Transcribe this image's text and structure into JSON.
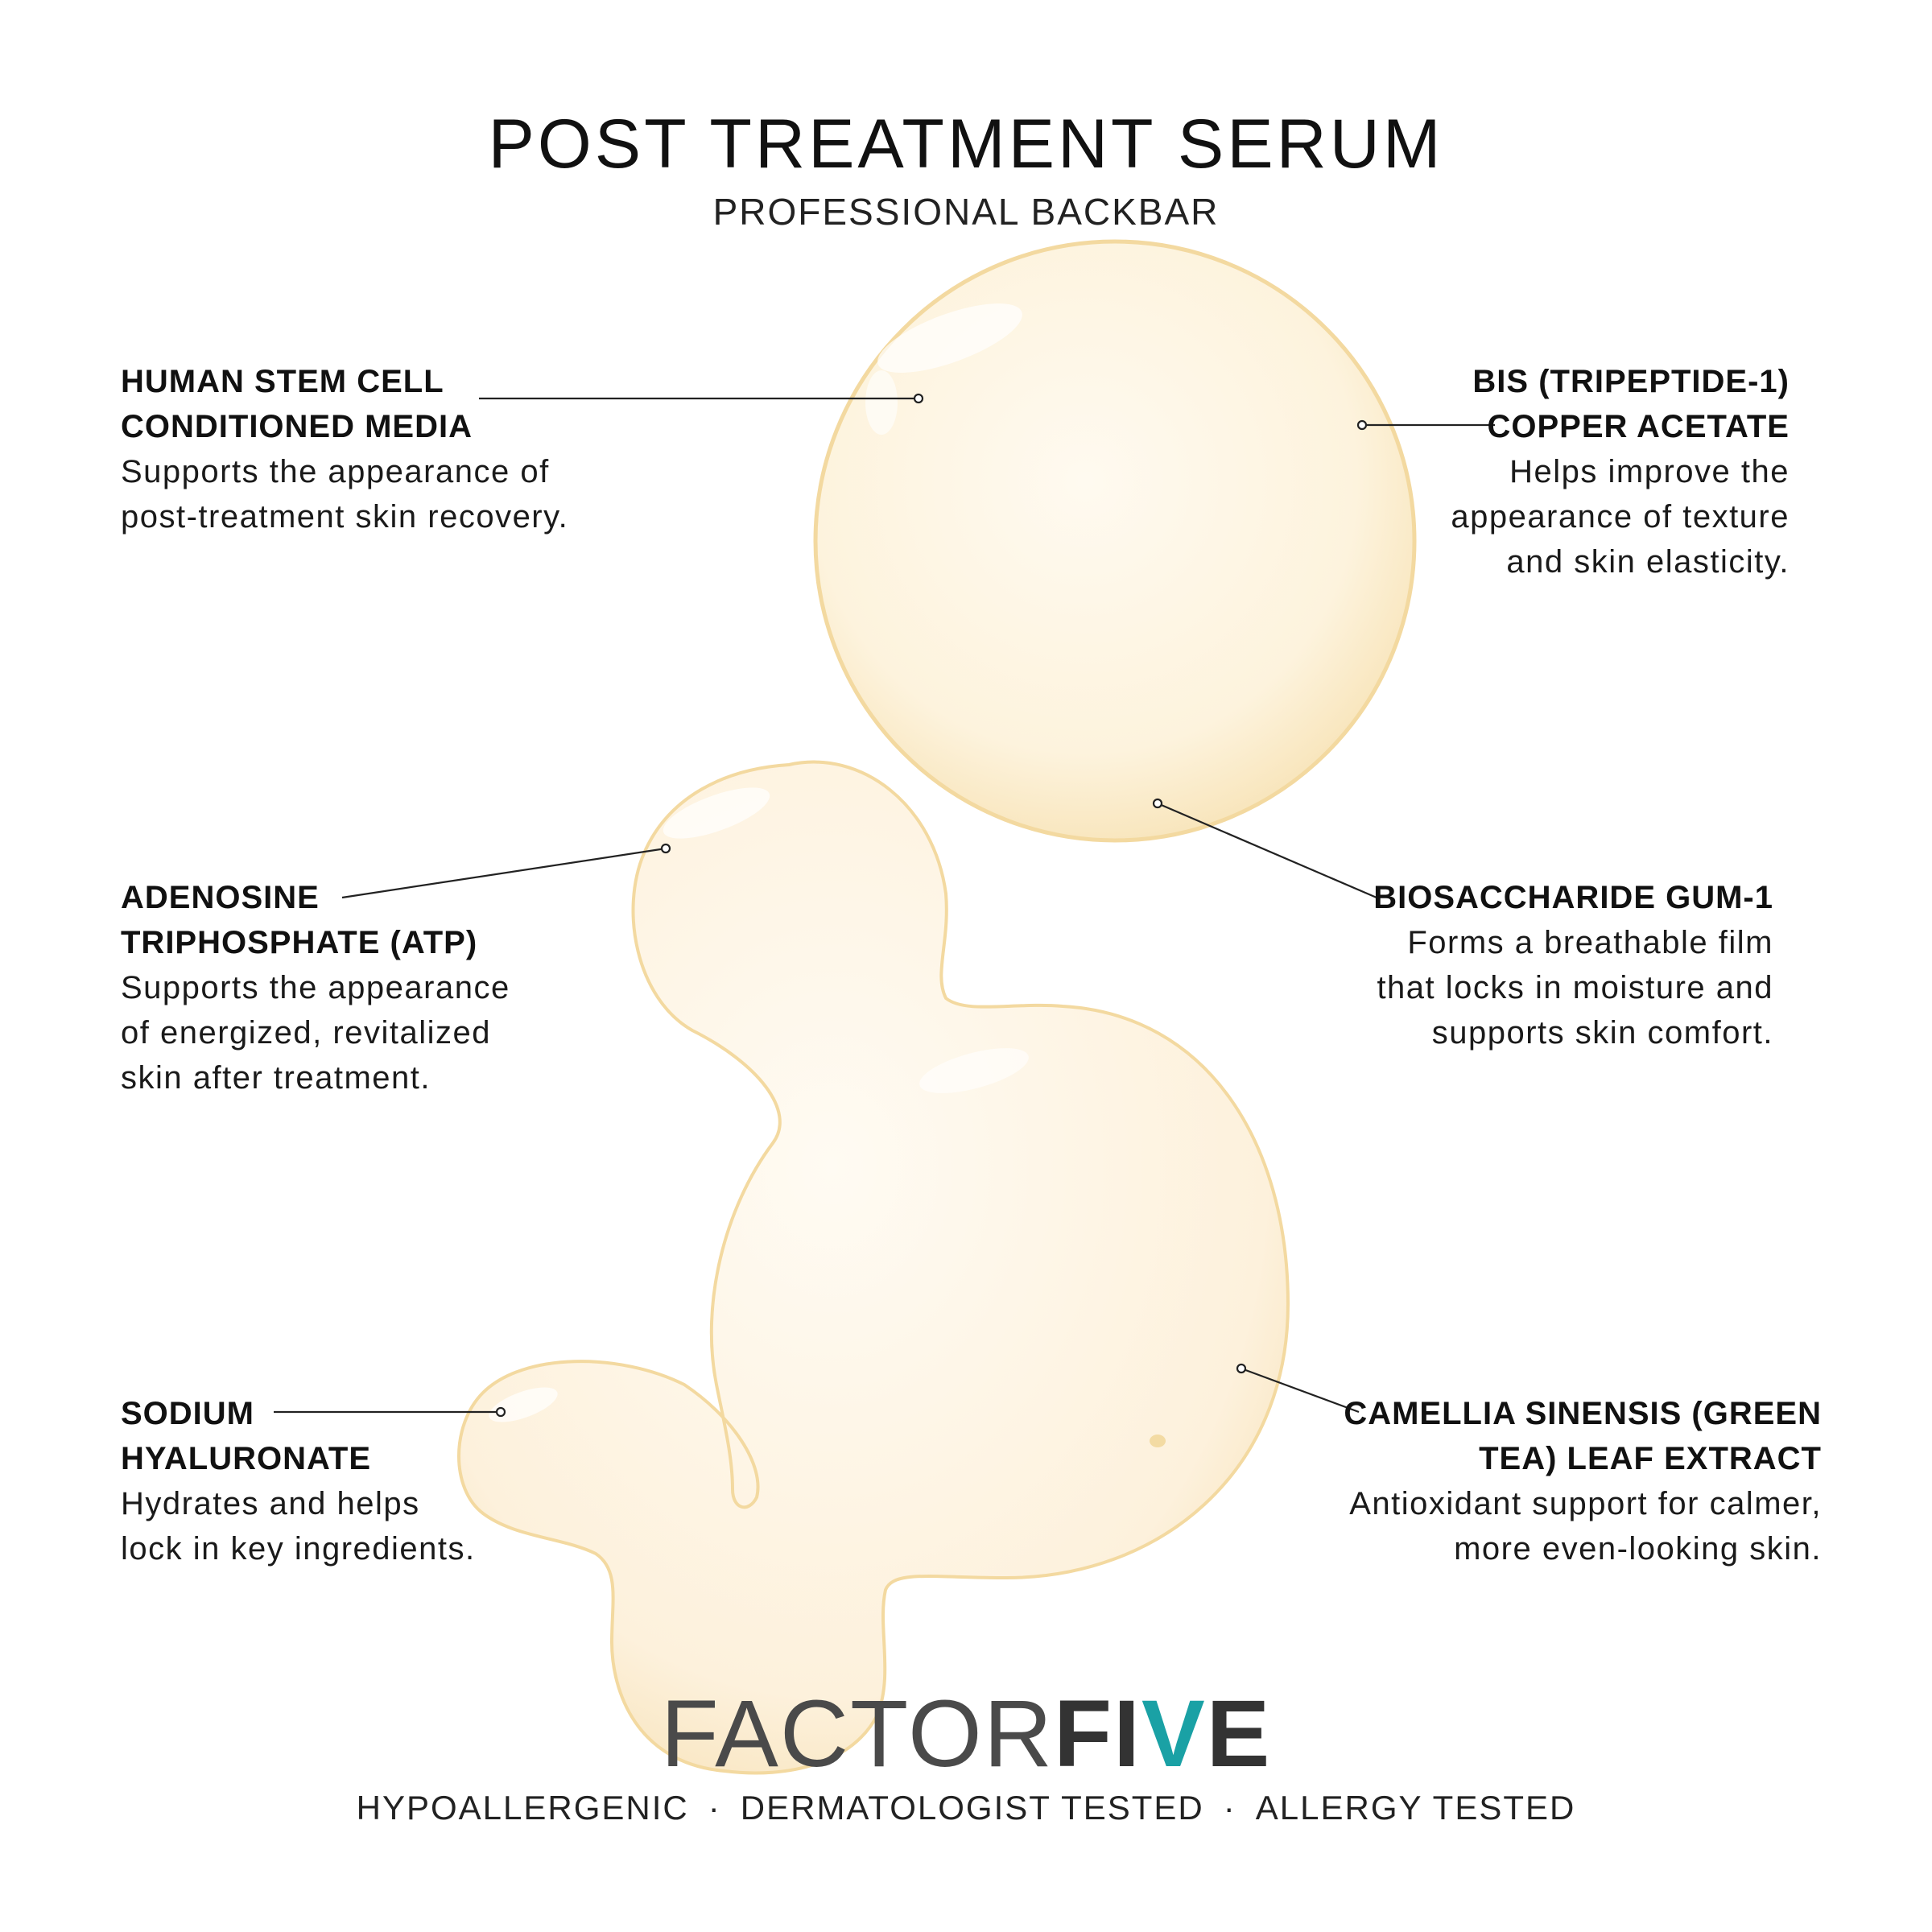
{
  "header": {
    "title": "POST TREATMENT SERUM",
    "subtitle": "PROFESSIONAL BACKBAR"
  },
  "callouts": [
    {
      "name": "HUMAN STEM CELL\nCONDITIONED MEDIA",
      "desc": "Supports the appearance of\npost-treatment skin recovery."
    },
    {
      "name": "BIS (TRIPEPTIDE-1)\nCOPPER ACETATE",
      "desc": "Helps improve the\nappearance of texture\nand skin elasticity."
    },
    {
      "name": "ADENOSINE\nTRIPHOSPHATE (ATP)",
      "desc": "Supports the appearance\nof energized, revitalized\nskin after treatment."
    },
    {
      "name": "BIOSACCHARIDE GUM-1",
      "desc": "Forms a breathable film\nthat locks in moisture and\nsupports skin comfort."
    },
    {
      "name": "SODIUM\nHYALURONATE",
      "desc": "Hydrates and helps\nlock in key ingredients."
    },
    {
      "name": "CAMELLIA SINENSIS (GREEN\nTEA) LEAF EXTRACT",
      "desc": "Antioxidant support for calmer,\nmore even-looking skin."
    }
  ],
  "brand": {
    "part1": "FACTOR",
    "part2_f": "F",
    "part2_i": "I",
    "part2_v": "V",
    "part2_e": "E",
    "accent_color": "#1aa1a5"
  },
  "footer": {
    "items": [
      "HYPOALLERGENIC",
      "DERMATOLOGIST TESTED",
      "ALLERGY TESTED"
    ],
    "separator": "·"
  },
  "colors": {
    "serum_fill": "#fdf3dd",
    "serum_edge": "#f3d9a0"
  }
}
